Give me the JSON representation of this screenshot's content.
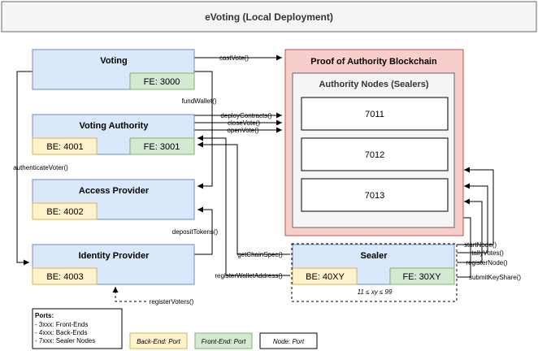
{
  "header": {
    "title": "eVoting (Local Deployment)"
  },
  "colors": {
    "client_fill": "#dae8fc",
    "client_stroke": "#6c8ebf",
    "be_fill": "#fff2cc",
    "be_stroke": "#d6b656",
    "fe_fill": "#d5e8d4",
    "fe_stroke": "#82b366",
    "chain_fill": "#f8cecc",
    "chain_stroke": "#b85450",
    "sealers_fill": "#f5f5f5",
    "sealers_stroke": "#666666"
  },
  "components": {
    "voting": {
      "title": "Voting",
      "fe": "FE: 3000"
    },
    "voting_authority": {
      "title": "Voting Authority",
      "be": "BE: 4001",
      "fe": "FE: 3001"
    },
    "access_provider": {
      "title": "Access Provider",
      "be": "BE: 4002"
    },
    "identity_provider": {
      "title": "Identity Provider",
      "be": "BE: 4003"
    },
    "sealer": {
      "title": "Sealer",
      "be": "BE: 40XY",
      "fe": "FE: 30XY",
      "range": "11 ≤ xy ≤ 99"
    }
  },
  "blockchain": {
    "title": "Proof of Authority Blockchain",
    "sealers_title": "Authority Nodes (Sealers)",
    "nodes": [
      "7011",
      "7012",
      "7013"
    ]
  },
  "edges": {
    "cast_vote": "castVote()",
    "fund_wallet": "fundWallet()",
    "deploy_contracts": "deployContracts()",
    "close_vote": "closeVote()",
    "open_vote": "openVote()",
    "authenticate_voter": "authenticateVoter()",
    "deposit_tokens": "depositTokens()",
    "get_chain_spec": "getChainSpec()",
    "register_wallet_address": "registerWalletAddress()",
    "register_voters": "registerVoters()",
    "start_node": "startNode()",
    "tally_votes": "tallyVotes()",
    "register_node": "registerNode()",
    "submit_key_share": "submitKeyShare()"
  },
  "legend": {
    "ports_title": "Ports:",
    "ports_lines": [
      "- 3xxx: Front-Ends",
      "- 4xxx: Back-Ends",
      "- 7xxx: Sealer Nodes"
    ],
    "backend": "Back-End: Port",
    "frontend": "Front-End: Port",
    "node": "Node: Port"
  }
}
